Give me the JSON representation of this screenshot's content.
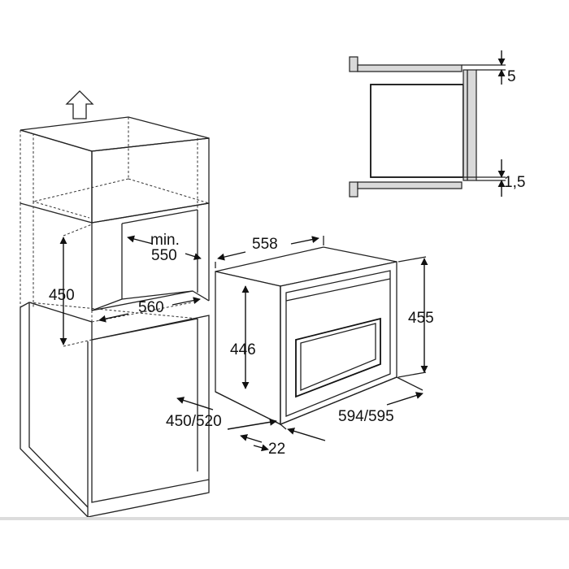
{
  "labels": {
    "min": "min.",
    "min_depth": "550",
    "niche_height": "450",
    "niche_width": "560",
    "oven_width_top": "558",
    "oven_height_inner": "446",
    "oven_height_front": "455",
    "oven_depth": "450/520",
    "front_width": "594/595",
    "front_offset": "22",
    "gap_top": "5",
    "gap_bottom": "1,5"
  }
}
